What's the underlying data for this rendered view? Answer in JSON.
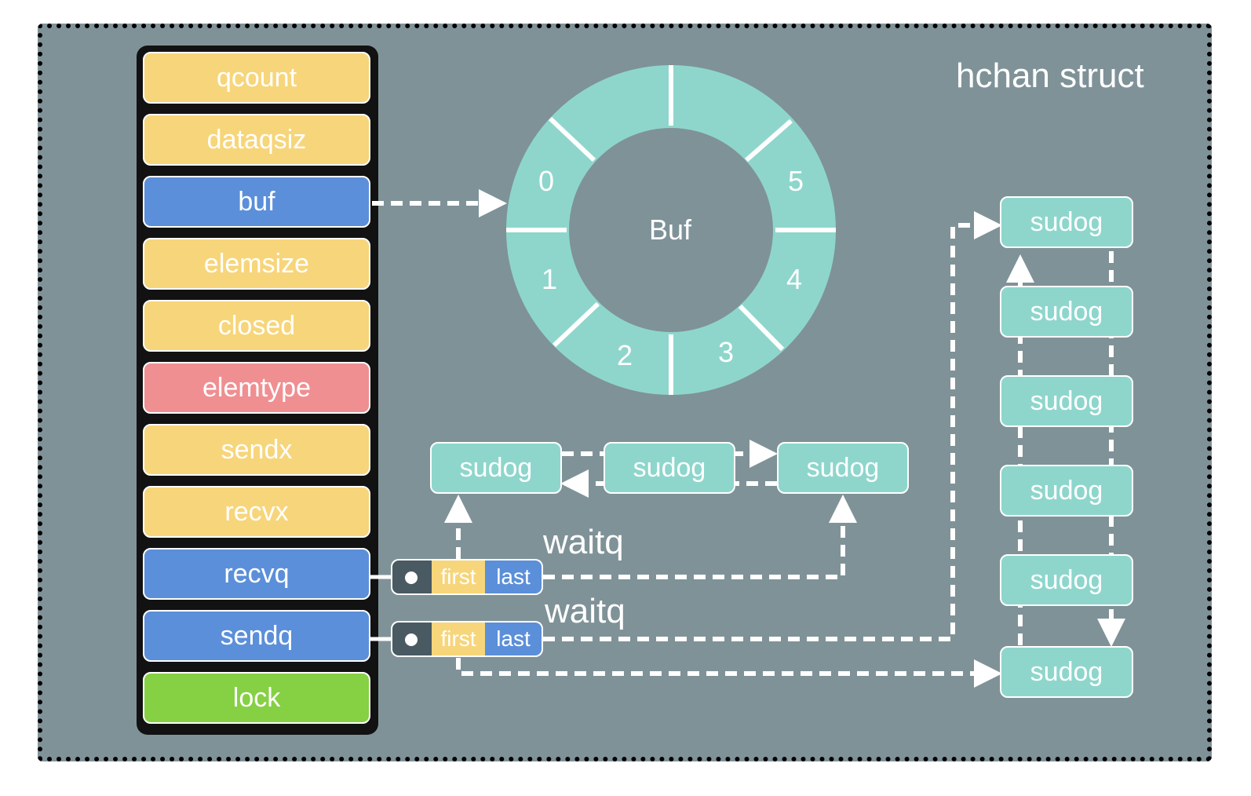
{
  "title": "hchan struct",
  "fields": [
    {
      "label": "qcount",
      "color": "#f7d57a"
    },
    {
      "label": "dataqsiz",
      "color": "#f7d57a"
    },
    {
      "label": "buf",
      "color": "#5b8fd9"
    },
    {
      "label": "elemsize",
      "color": "#f7d57a"
    },
    {
      "label": "closed",
      "color": "#f7d57a"
    },
    {
      "label": "elemtype",
      "color": "#ef8f92"
    },
    {
      "label": "sendx",
      "color": "#f7d57a"
    },
    {
      "label": "recvx",
      "color": "#f7d57a"
    },
    {
      "label": "recvq",
      "color": "#5b8fd9"
    },
    {
      "label": "sendq",
      "color": "#5b8fd9"
    },
    {
      "label": "lock",
      "color": "#86d044"
    }
  ],
  "buffer": {
    "center_label": "Buf",
    "slots": [
      "0",
      "1",
      "2",
      "3",
      "4",
      "5"
    ],
    "color": "#8ed6cc"
  },
  "recvq": {
    "first_label": "first",
    "last_label": "last",
    "waitq_label": "waitq"
  },
  "sendq": {
    "first_label": "first",
    "last_label": "last",
    "waitq_label": "waitq"
  },
  "recv_sudogs": [
    "sudog",
    "sudog",
    "sudog"
  ],
  "send_sudogs": [
    "sudog",
    "sudog",
    "sudog",
    "sudog",
    "sudog",
    "sudog"
  ],
  "colors": {
    "background": "#7f9298",
    "sudog": "#8ed6cc",
    "frame": "#121212"
  }
}
